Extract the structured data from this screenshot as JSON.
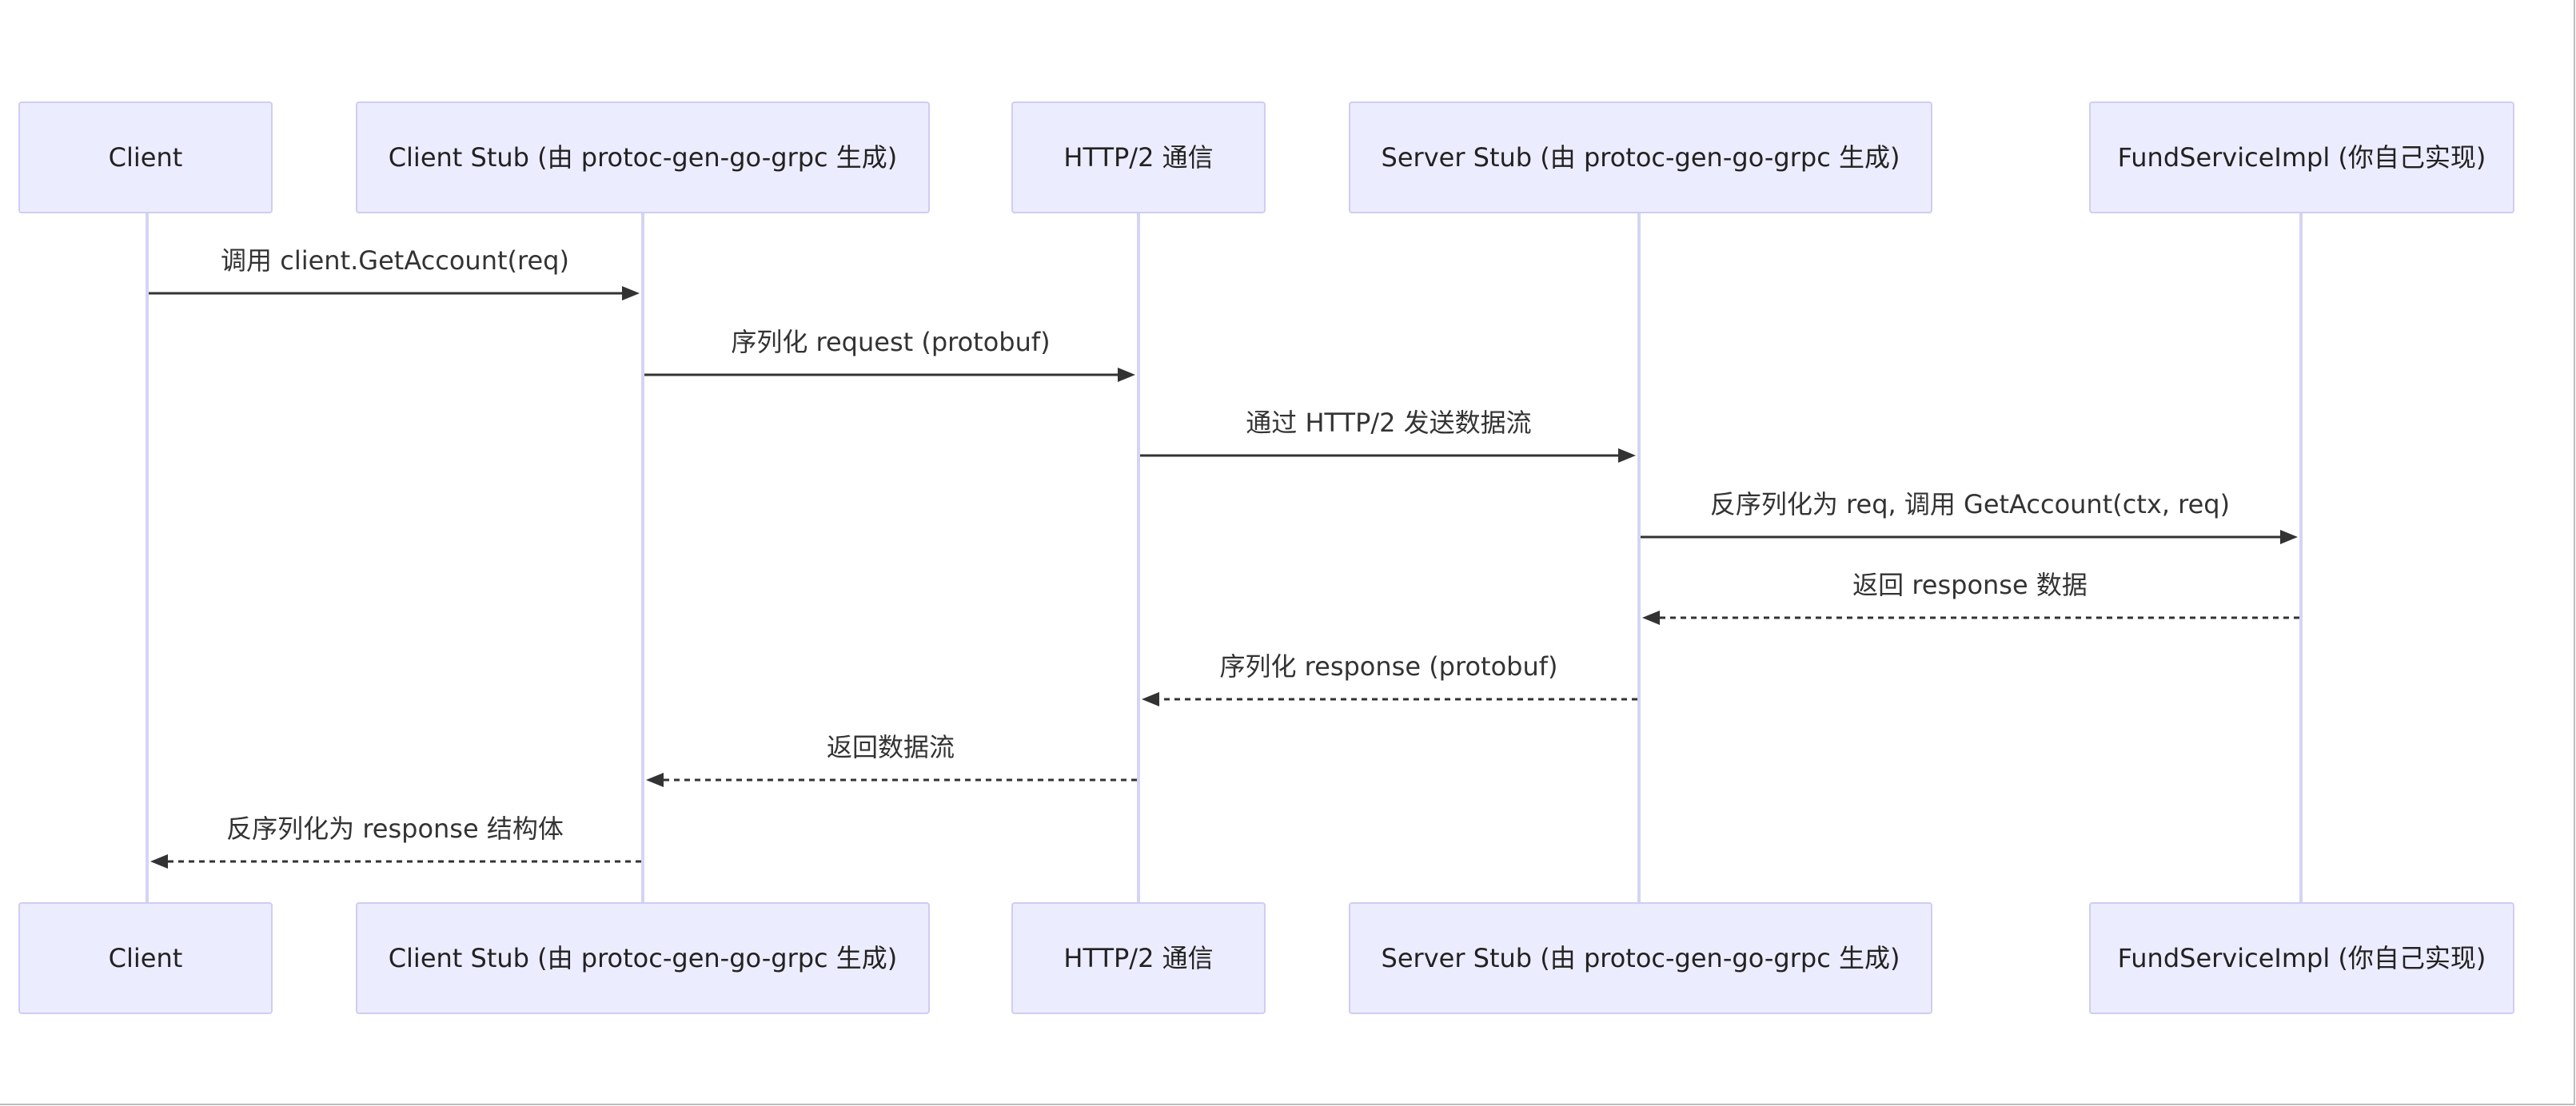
{
  "participants": [
    {
      "id": "client",
      "label": "Client"
    },
    {
      "id": "client_stub",
      "label": "Client Stub (由 protoc-gen-go-grpc 生成)"
    },
    {
      "id": "http2",
      "label": "HTTP/2 通信"
    },
    {
      "id": "server_stub",
      "label": "Server Stub (由 protoc-gen-go-grpc 生成)"
    },
    {
      "id": "impl",
      "label": "FundServiceImpl (你自己实现)"
    }
  ],
  "messages": [
    {
      "from": "client",
      "to": "client_stub",
      "label": "调用 client.GetAccount(req)",
      "style": "solid"
    },
    {
      "from": "client_stub",
      "to": "http2",
      "label": "序列化 request (protobuf)",
      "style": "solid"
    },
    {
      "from": "http2",
      "to": "server_stub",
      "label": "通过 HTTP/2 发送数据流",
      "style": "solid"
    },
    {
      "from": "server_stub",
      "to": "impl",
      "label": "反序列化为 req, 调用 GetAccount(ctx, req)",
      "style": "solid"
    },
    {
      "from": "impl",
      "to": "server_stub",
      "label": "返回 response 数据",
      "style": "dashed"
    },
    {
      "from": "server_stub",
      "to": "http2",
      "label": "序列化 response (protobuf)",
      "style": "dashed"
    },
    {
      "from": "http2",
      "to": "client_stub",
      "label": "返回数据流",
      "style": "dashed"
    },
    {
      "from": "client_stub",
      "to": "client",
      "label": "反序列化为 response 结构体",
      "style": "dashed"
    }
  ],
  "colors": {
    "actor_fill": "#ececff",
    "actor_border": "#cfcdf2",
    "lifeline": "#d5d4f4",
    "message": "#333333"
  }
}
